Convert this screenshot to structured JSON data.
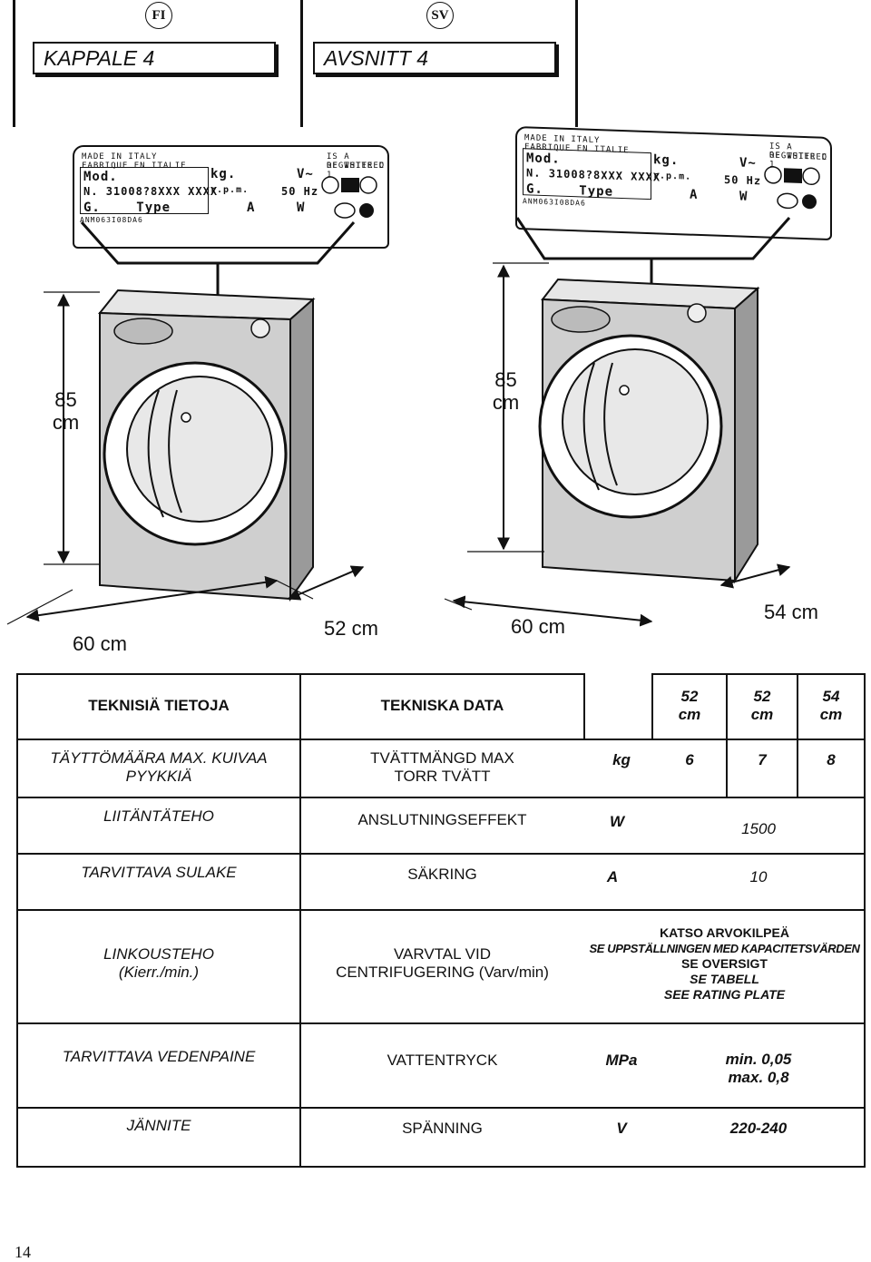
{
  "header": {
    "lang_left": "FI",
    "lang_right": "SV",
    "section_left": "KAPPALE 4",
    "section_right": "AVSNITT 4"
  },
  "rating_label": {
    "made_in": "MADE IN ITALY",
    "fabrique": "FABRIQUE EN ITALIE",
    "registered": "IS A REGISTERED",
    "trademark": "OF WHITE C 1",
    "mod": "Mod.",
    "n": "N.",
    "serial": "31008?8XXX XXXX",
    "g": "G.",
    "type": "Type",
    "kg": "kg.",
    "rpm": "r.p.m.",
    "amp": "A",
    "volt": "V~",
    "hz": "50 Hz",
    "watt": "W",
    "code": "ANM063I08DA6"
  },
  "dimensions_left": {
    "height": "85\ncm",
    "width": "60 cm",
    "depth": "52 cm"
  },
  "dimensions_right": {
    "height": "85\ncm",
    "width": "60 cm",
    "depth": "54 cm"
  },
  "table": {
    "header_fi": "TEKNISIÄ TIETOJA",
    "header_sv": "TEKNISKA DATA",
    "models": [
      "52\ncm",
      "52\ncm",
      "54\ncm"
    ],
    "rows": [
      {
        "fi": "TÄYTTÖMÄÄRA MAX. KUIVAA\nPYYKKIÄ",
        "sv": "TVÄTTMÄNGD MAX\nTORR TVÄTT",
        "unit": "kg",
        "values": [
          "6",
          "7",
          "8"
        ]
      },
      {
        "fi": "LIITÄNTÄTEHO",
        "sv": "ANSLUTNINGSEFFEKT",
        "unit": "W",
        "value": "1500"
      },
      {
        "fi": "TARVITTAVA SULAKE",
        "sv": "SÄKRING",
        "unit": "A",
        "value": "10"
      },
      {
        "fi": "LINKOUSTEHO\n(Kierr./min.)",
        "sv": "VARVTAL VID\nCENTRIFUGERING (Varv/min)",
        "note": [
          "KATSO ARVOKILPEÄ",
          "SE UPPSTÄLLNINGEN MED KAPACITETSVÄRDEN",
          "SE OVERSIGT",
          "SE TABELL",
          "SEE RATING PLATE"
        ]
      },
      {
        "fi": "TARVITTAVA VEDENPAINE",
        "sv": "VATTENTRYCK",
        "unit": "MPa",
        "value": "min. 0,05\nmax. 0,8"
      },
      {
        "fi": "JÄNNITE",
        "sv": "SPÄNNING",
        "unit": "V",
        "value": "220-240"
      }
    ]
  },
  "page_number": "14",
  "colors": {
    "ink": "#111111",
    "machine_body": "#cfcfcf",
    "machine_shadow": "#9a9a9a"
  }
}
